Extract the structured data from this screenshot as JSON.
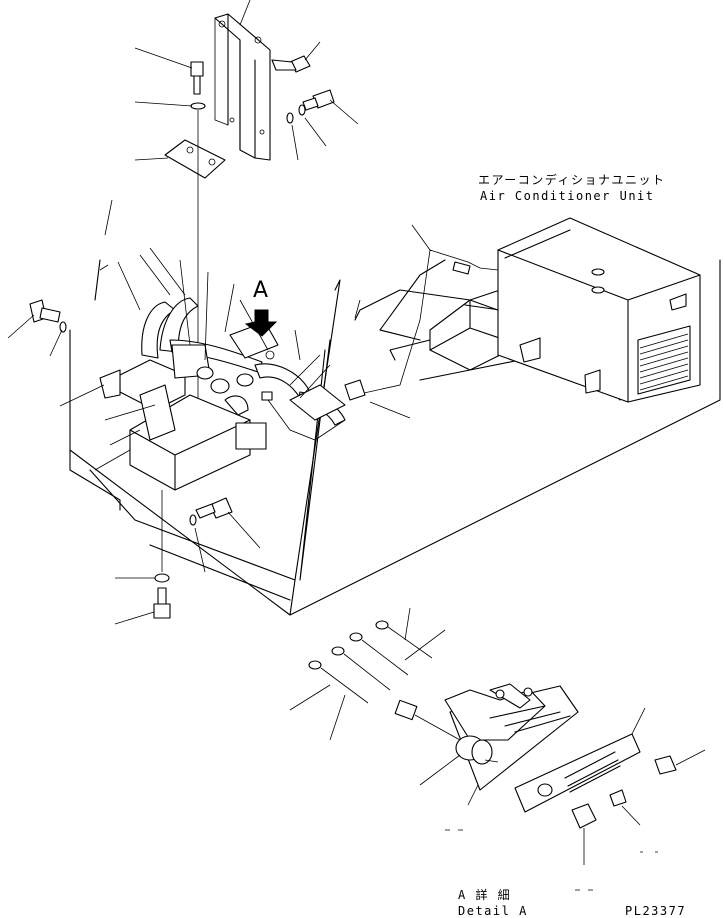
{
  "labels": {
    "unit_jp": "エアーコンディショナユニット",
    "unit_en": "Air Conditioner Unit",
    "view_letter": "A",
    "detail_jp": "A 詳 細",
    "detail_en": "Detail A",
    "drawing_no": "PL23377"
  }
}
